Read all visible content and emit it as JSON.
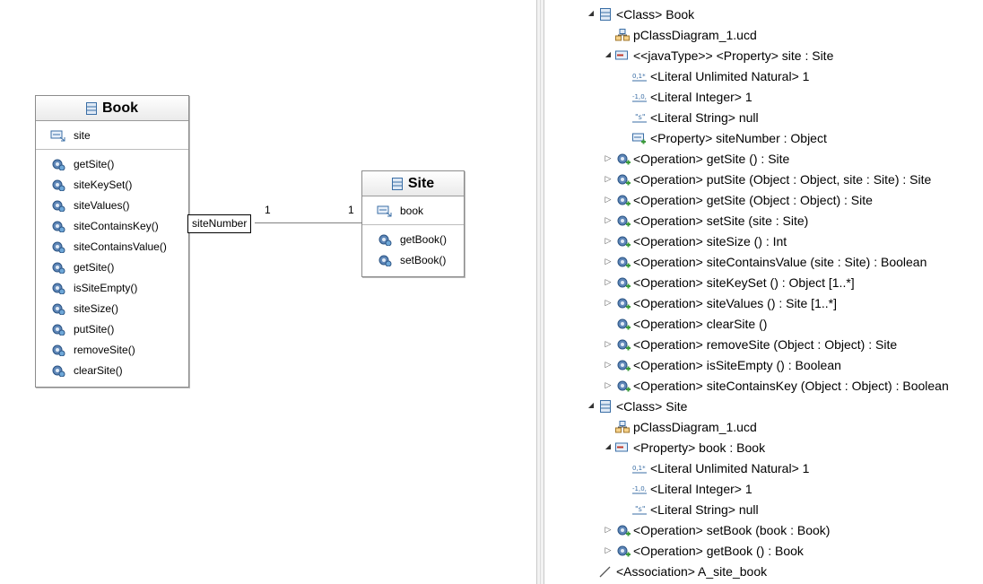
{
  "diagram": {
    "book_class": {
      "title": "Book",
      "attributes": [
        "site"
      ],
      "operations": [
        "getSite()",
        "siteKeySet()",
        "siteValues()",
        "siteContainsKey()",
        "siteContainsValue()",
        "getSite()",
        "isSiteEmpty()",
        "siteSize()",
        "putSite()",
        "removeSite()",
        "clearSite()"
      ]
    },
    "site_class": {
      "title": "Site",
      "attributes": [
        "book"
      ],
      "operations": [
        "getBook()",
        "setBook()"
      ]
    },
    "association": {
      "role_label": "siteNumber",
      "multiplicity_source": "1",
      "multiplicity_target": "1"
    }
  },
  "tree": {
    "rows": [
      {
        "label": "<Class> Book",
        "icon": "class-icon",
        "twisty": "expanded"
      },
      {
        "label": "pClassDiagram_1.ucd",
        "icon": "diagram-icon",
        "twisty": "none"
      },
      {
        "label": "<<javaType>> <Property> site : Site",
        "icon": "property-icon",
        "twisty": "expanded"
      },
      {
        "label": "<Literal Unlimited Natural> 1",
        "icon": "literal-unlimited-icon",
        "twisty": "none"
      },
      {
        "label": "<Literal Integer> 1",
        "icon": "literal-integer-icon",
        "twisty": "none"
      },
      {
        "label": "<Literal String> null",
        "icon": "literal-string-icon",
        "twisty": "none"
      },
      {
        "label": "<Property> siteNumber : Object",
        "icon": "qualifier-icon",
        "twisty": "none"
      },
      {
        "label": "<Operation> getSite () : Site",
        "icon": "operation-icon",
        "twisty": "collapsed"
      },
      {
        "label": "<Operation> putSite (Object : Object, site : Site) : Site",
        "icon": "operation-icon",
        "twisty": "collapsed"
      },
      {
        "label": "<Operation> getSite (Object : Object) : Site",
        "icon": "operation-icon",
        "twisty": "collapsed"
      },
      {
        "label": "<Operation> setSite (site : Site)",
        "icon": "operation-icon",
        "twisty": "collapsed"
      },
      {
        "label": "<Operation> siteSize () : Int",
        "icon": "operation-icon",
        "twisty": "collapsed"
      },
      {
        "label": "<Operation> siteContainsValue (site : Site) : Boolean",
        "icon": "operation-icon",
        "twisty": "collapsed"
      },
      {
        "label": "<Operation> siteKeySet () : Object [1..*]",
        "icon": "operation-icon",
        "twisty": "collapsed"
      },
      {
        "label": "<Operation> siteValues () : Site [1..*]",
        "icon": "operation-icon",
        "twisty": "collapsed"
      },
      {
        "label": "<Operation> clearSite ()",
        "icon": "operation-icon",
        "twisty": "none"
      },
      {
        "label": "<Operation> removeSite (Object : Object) : Site",
        "icon": "operation-icon",
        "twisty": "collapsed"
      },
      {
        "label": "<Operation> isSiteEmpty () : Boolean",
        "icon": "operation-icon",
        "twisty": "collapsed"
      },
      {
        "label": "<Operation> siteContainsKey (Object : Object) : Boolean",
        "icon": "operation-icon",
        "twisty": "collapsed"
      },
      {
        "label": "<Class> Site",
        "icon": "class-icon",
        "twisty": "expanded"
      },
      {
        "label": "pClassDiagram_1.ucd",
        "icon": "diagram-icon",
        "twisty": "none"
      },
      {
        "label": "<Property> book : Book",
        "icon": "property-icon",
        "twisty": "expanded"
      },
      {
        "label": "<Literal Unlimited Natural> 1",
        "icon": "literal-unlimited-icon",
        "twisty": "none"
      },
      {
        "label": "<Literal Integer> 1",
        "icon": "literal-integer-icon",
        "twisty": "none"
      },
      {
        "label": "<Literal String> null",
        "icon": "literal-string-icon",
        "twisty": "none"
      },
      {
        "label": "<Operation> setBook (book : Book)",
        "icon": "operation-icon",
        "twisty": "collapsed"
      },
      {
        "label": "<Operation> getBook () : Book",
        "icon": "operation-icon",
        "twisty": "collapsed"
      },
      {
        "label": "<Association> A_site_book",
        "icon": "association-icon",
        "twisty": "none"
      }
    ]
  },
  "colors": {
    "border": "#8c8c8c",
    "icon_blue": "#3a6ea5",
    "icon_green": "#3c9a3c",
    "icon_red": "#c0392b"
  }
}
